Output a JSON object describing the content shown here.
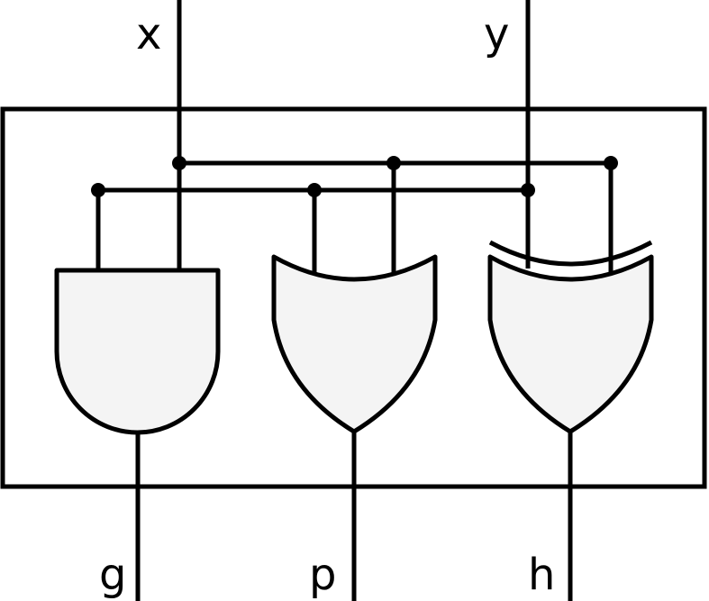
{
  "inputs": {
    "x": "x",
    "y": "y"
  },
  "outputs": {
    "g": "g",
    "p": "p",
    "h": "h"
  },
  "gates": [
    {
      "kind": "and-gate"
    },
    {
      "kind": "or-gate"
    },
    {
      "kind": "xor-gate"
    }
  ],
  "colors": {
    "stroke": "#000000",
    "gate_fill": "#f4f4f4",
    "background": "#ffffff"
  }
}
